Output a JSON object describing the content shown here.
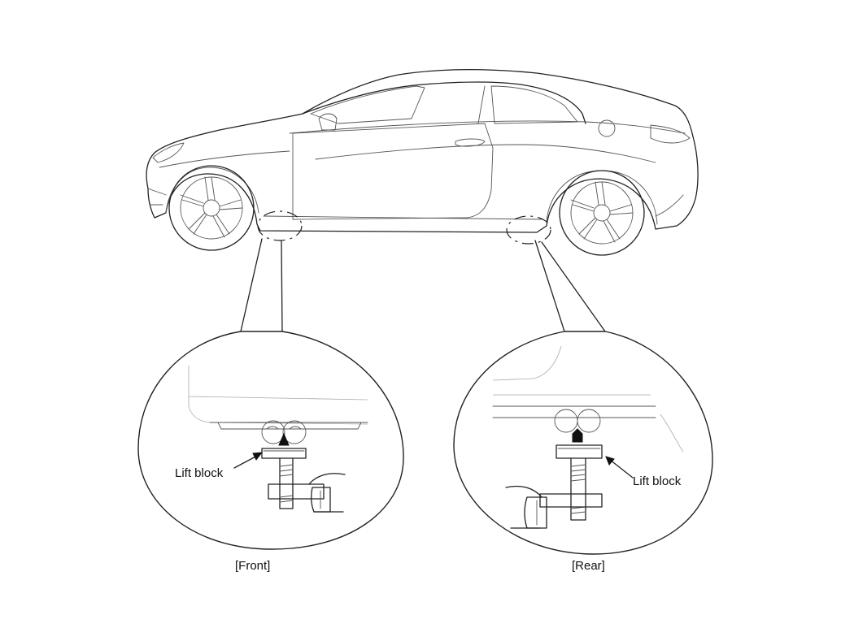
{
  "labels": {
    "front_lift_block": "Lift block",
    "rear_lift_block": "Lift block",
    "front_caption": "[Front]",
    "rear_caption": "[Rear]"
  },
  "colors": {
    "line": "#222222",
    "background": "#ffffff"
  }
}
